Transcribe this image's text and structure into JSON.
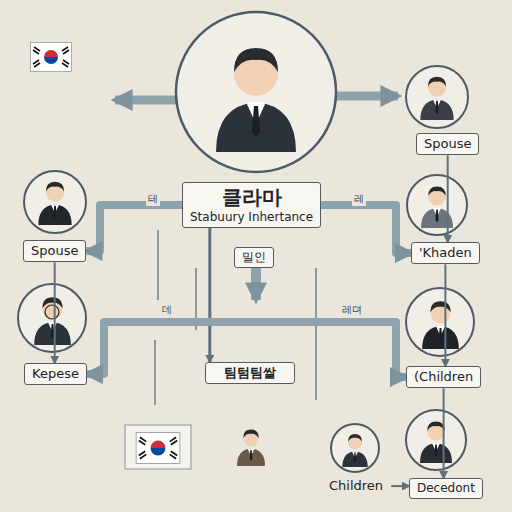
{
  "diagram": {
    "nodes": [
      {
        "text": [
          "Spouse"
        ]
      },
      {
        "text": [
          "클라마",
          "Stabuury Inhertance"
        ]
      },
      {
        "text": [
          "'Khaden"
        ]
      },
      {
        "text": [
          "Spouse"
        ]
      },
      {
        "text": [
          "밀인"
        ]
      },
      {
        "text": [
          "Kepese"
        ]
      },
      {
        "text": [
          "(Children"
        ]
      },
      {
        "text": [
          "팀텀팀쌀"
        ]
      },
      {
        "text": [
          "Children"
        ]
      },
      {
        "text": [
          "Decedont"
        ]
      }
    ],
    "edges": [
      {
        "from": 1,
        "to": 3,
        "arrow": "to"
      },
      {
        "from": 1,
        "to": 2,
        "arrow": "to"
      },
      {
        "from": 1,
        "to": 7,
        "arrow": "to"
      },
      {
        "from": 3,
        "to": 5,
        "arrow": "to"
      },
      {
        "from": 2,
        "to": 6,
        "arrow": "to"
      },
      {
        "from": 5,
        "to": 6,
        "arrow": "both"
      },
      {
        "from": 8,
        "to": 9,
        "arrow": "to"
      },
      {
        "from": 6,
        "to": 9,
        "arrow": "to"
      },
      {
        "from": 0,
        "to": 2,
        "arrow": "to"
      }
    ],
    "labels": [
      "테",
      "레",
      "데",
      "레뎌"
    ]
  }
}
